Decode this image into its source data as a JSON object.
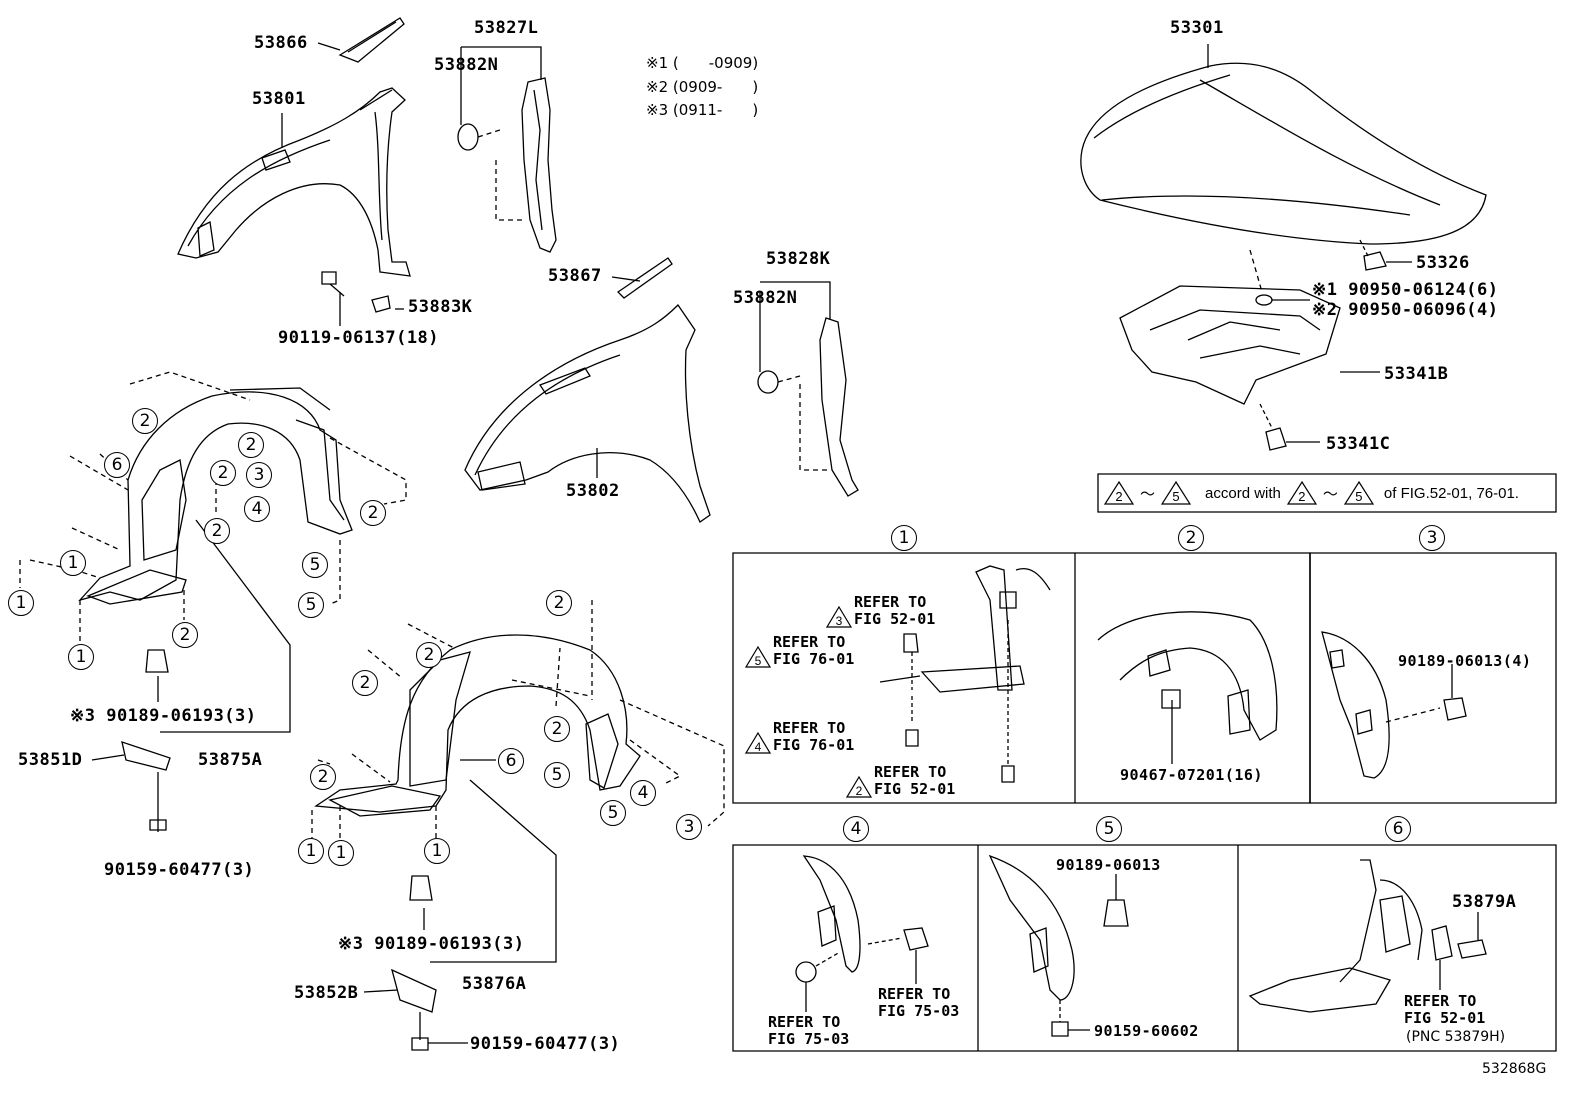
{
  "fig_code": "532868G",
  "notes": {
    "n1": "※1 (　　-0909)",
    "n2": "※2 (0909-　　)",
    "n3": "※3 (0911-　　)"
  },
  "labels": {
    "p53866": "53866",
    "p53801": "53801",
    "p53827L": "53827L",
    "p53882N_top": "53882N",
    "p53867": "53867",
    "p53883K": "53883K",
    "p90119": "90119-06137(18)",
    "p53828K": "53828K",
    "p53882N_mid": "53882N",
    "p53802": "53802",
    "p53301": "53301",
    "p53326": "53326",
    "p90950_1": "※1 90950-06124(6)",
    "p90950_2": "※2 90950-06096(4)",
    "p53341B": "53341B",
    "p53341C": "53341C",
    "p90189_left": "※3 90189-06193(3)",
    "p53875A": "53875A",
    "p53851D": "53851D",
    "p90159_left": "90159-60477(3)",
    "p90189_mid": "※3 90189-06193(3)",
    "p53876A": "53876A",
    "p53852B": "53852B",
    "p90159_mid": "90159-60477(3)"
  },
  "accord": {
    "from": "2",
    "tilde": "～",
    "to": "5",
    "text1": "accord with",
    "text2": "of FIG.52-01, 76-01."
  },
  "panels": {
    "p1": {
      "num": "1",
      "refs": [
        {
          "tri": "3",
          "text": "REFER TO\nFIG 52-01"
        },
        {
          "tri": "5",
          "text": "REFER TO\nFIG 76-01"
        },
        {
          "tri": "4",
          "text": "REFER TO\nFIG 76-01"
        },
        {
          "tri": "2",
          "text": "REFER TO\nFIG 52-01"
        }
      ]
    },
    "p2": {
      "num": "2",
      "part": "90467-07201(16)"
    },
    "p3": {
      "num": "3",
      "part": "90189-06013(4)"
    },
    "p4": {
      "num": "4",
      "ref_a": "REFER TO\nFIG 75-03",
      "ref_b": "REFER TO\nFIG 75-03"
    },
    "p5": {
      "num": "5",
      "part_a": "90189-06013",
      "part_b": "90159-60602"
    },
    "p6": {
      "num": "6",
      "part": "53879A",
      "ref": "REFER TO\nFIG 52-01",
      "pnc": "(PNC 53879H)"
    }
  },
  "circled": [
    "1",
    "2",
    "3",
    "4",
    "5",
    "6"
  ]
}
